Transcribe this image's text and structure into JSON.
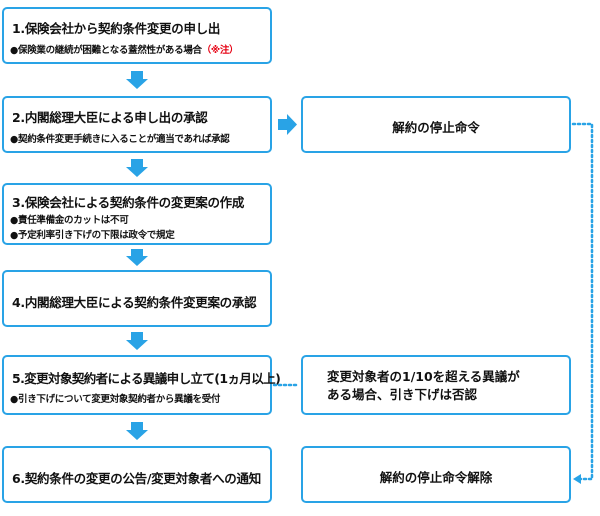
{
  "steps": [
    {
      "title": "1.保険会社から契約条件変更の申し出",
      "notes": [
        "保険業の継続が困難となる蓋然性がある場合"
      ],
      "note_suffix": "（※注）"
    },
    {
      "title": "2.内閣総理大臣による申し出の承認",
      "notes": [
        "契約条件変更手続きに入ることが適当であれば承認"
      ]
    },
    {
      "title": "3.保険会社による契約条件の変更案の作成",
      "notes": [
        "責任準備金のカットは不可",
        "予定利率引き下げの下限は政令で規定"
      ]
    },
    {
      "title": "4.内閣総理大臣による契約条件変更案の承認",
      "notes": []
    },
    {
      "title": "5.変更対象契約者による異議申し立て(1ヵ月以上)",
      "notes": [
        "引き下げについて変更対象契約者から異議を受付"
      ]
    },
    {
      "title": "6.契約条件の変更の公告/変更対象者への通知",
      "notes": []
    }
  ],
  "side_boxes": {
    "stop_order": "解約の停止命令",
    "objection_line1": "変更対象者の1/10を超える異議が",
    "objection_line2": "ある場合、引き下げは否認",
    "stop_release": "解約の停止命令解除"
  },
  "colors": {
    "border": "#29a3e6",
    "arrow": "#29a3e6",
    "dotted": "#29a3e6",
    "note_red": "#e60012"
  }
}
